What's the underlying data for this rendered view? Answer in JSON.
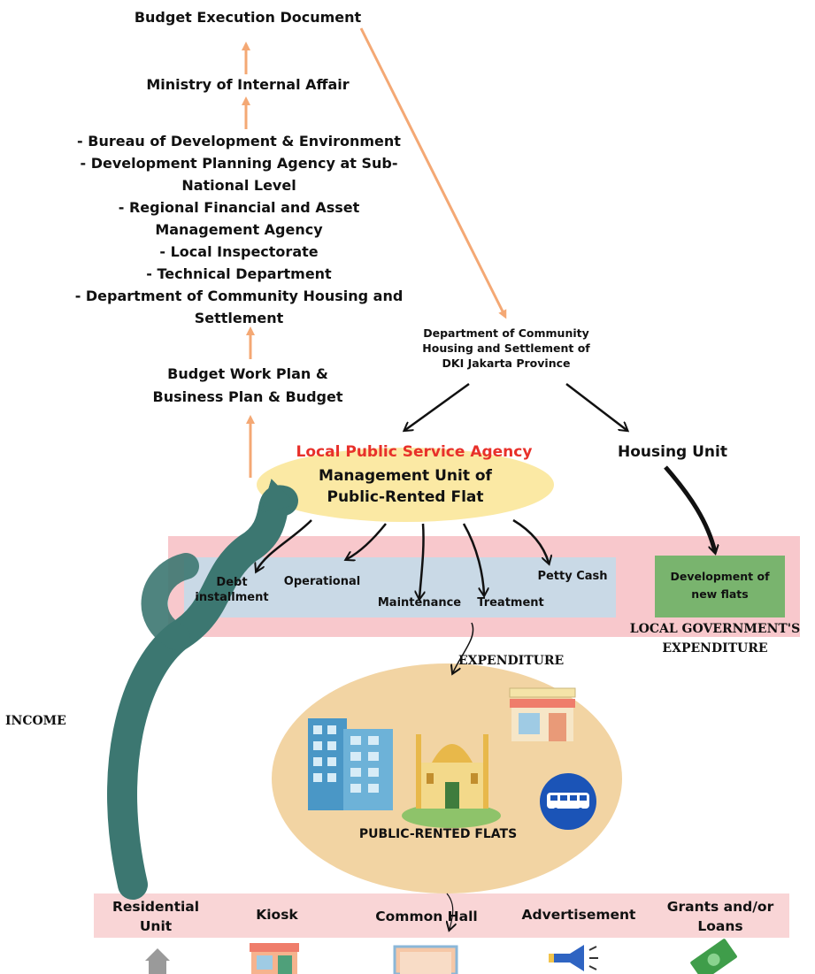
{
  "flow": {
    "budget_execution_document": "Budget Execution Document",
    "ministry": "Ministry of Internal Affair",
    "agencies": [
      "- Bureau of Development & Environment",
      "- Development Planning Agency at Sub-",
      "National Level",
      "- Regional Financial and Asset",
      "Management Agency",
      "- Local Inspectorate",
      "- Technical Department",
      "- Department of Community Housing and",
      "Settlement"
    ],
    "budget_work_plan": [
      "Budget Work Plan &",
      "Business Plan & Budget"
    ],
    "department": [
      "Department of Community",
      "Housing and Settlement of",
      "DKI Jakarta Province"
    ],
    "lpsa_title": "Local Public Service Agency",
    "management_unit": [
      "Management Unit of",
      "Public-Rented Flat"
    ],
    "housing_unit": "Housing Unit",
    "expenditure_items": {
      "debt": [
        "Debt",
        "installment"
      ],
      "operational": "Operational",
      "maintenance": "Maintenance",
      "treatment": "Treatment",
      "petty_cash": "Petty Cash"
    },
    "development": [
      "Development of",
      "new flats"
    ],
    "local_gov_expenditure": [
      "LOCAL GOVERNMENT'S",
      "EXPENDITURE"
    ],
    "expenditure": "EXPENDITURE",
    "income": "INCOME",
    "public_rented_flats": "PUBLIC-RENTED FLATS",
    "income_sources": {
      "residential": [
        "Residential",
        "Unit"
      ],
      "kiosk": "Kiosk",
      "common_hall": "Common Hall",
      "advertisement": "Advertisement",
      "grants": [
        "Grants and/or",
        "Loans"
      ]
    }
  },
  "colors": {
    "arrow_orange": "#f4a874",
    "lpsa_red": "#e8302a",
    "oval_yellow": "#fbe9a4",
    "band_pink": "#f8c8cc",
    "box_blue": "#c9d9e6",
    "dev_green": "#79b46e",
    "flats_oval": "#f2d4a3",
    "income_teal": "#3c7771",
    "source_band": "#f9d5d6"
  },
  "icons": [
    "building-icon",
    "mosque-icon",
    "shop-icon",
    "bus-icon",
    "house-icon",
    "kiosk-icon",
    "hall-icon",
    "megaphone-icon",
    "money-icon"
  ]
}
